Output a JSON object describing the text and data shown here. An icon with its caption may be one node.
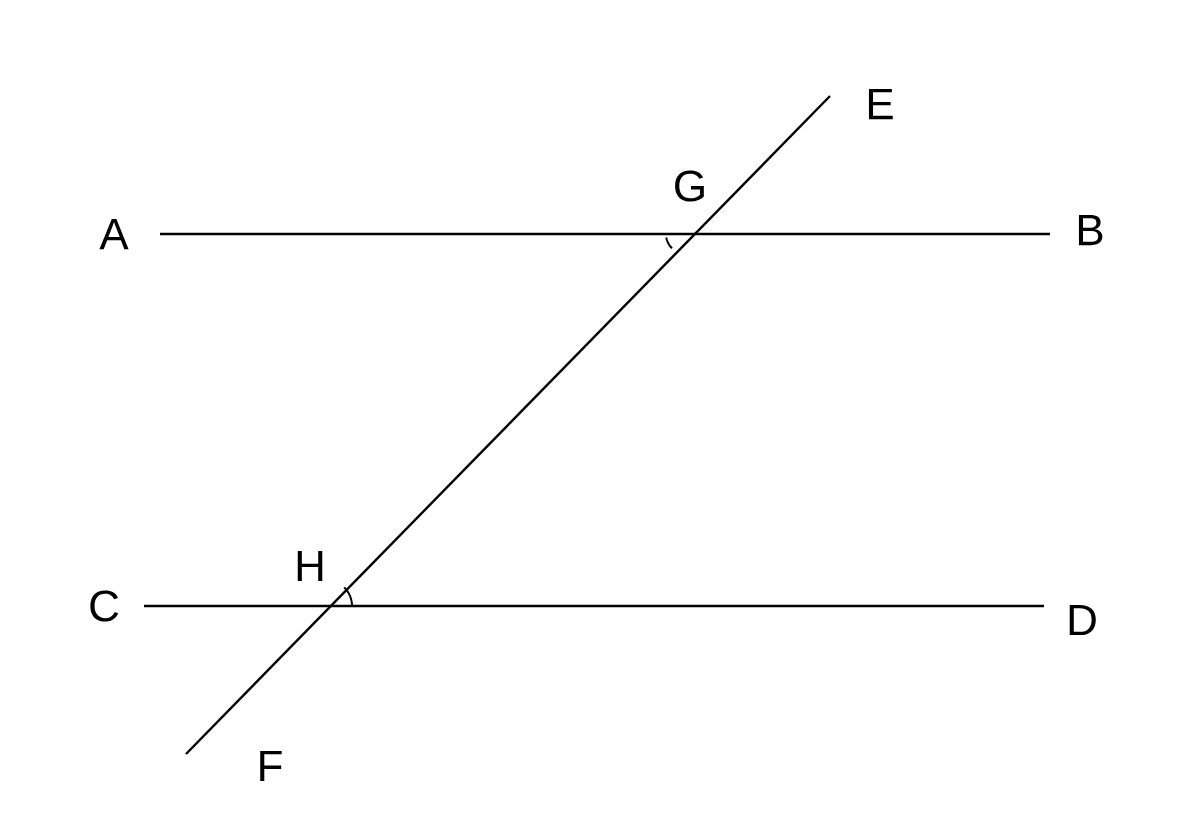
{
  "diagram": {
    "nodes": [
      {
        "text": [
          "E"
        ]
      },
      {
        "text": [
          "A"
        ]
      },
      {
        "text": [
          "B"
        ]
      },
      {
        "text": [
          "C"
        ]
      },
      {
        "text": [
          "D"
        ]
      },
      {
        "text": [
          "F"
        ]
      }
    ],
    "edges": [
      {
        "from": 1,
        "to": 2,
        "arrow": "none"
      },
      {
        "from": 3,
        "to": 4,
        "arrow": "none"
      },
      {
        "from": 0,
        "to": 5,
        "arrow": "none"
      }
    ],
    "labels": [
      "G",
      "H"
    ]
  }
}
